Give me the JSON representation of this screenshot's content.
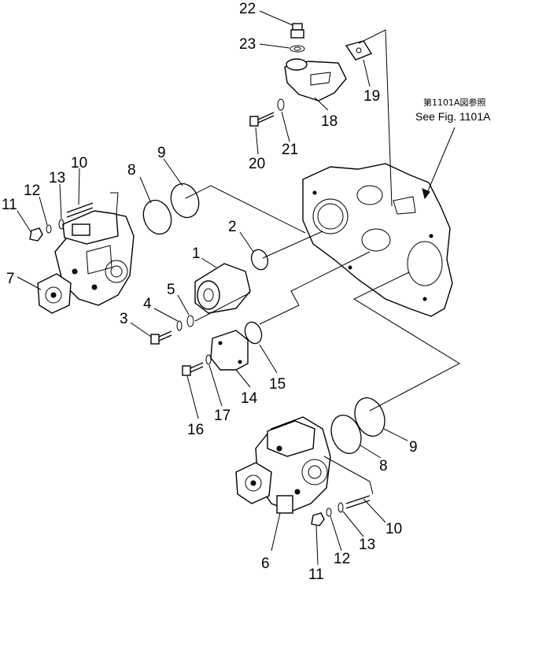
{
  "diagram": {
    "reference": {
      "japanese": "第1101A図参照",
      "english": "See Fig. 1101A"
    },
    "labels": [
      {
        "id": "22",
        "text": "22"
      },
      {
        "id": "23",
        "text": "23"
      },
      {
        "id": "19",
        "text": "19"
      },
      {
        "id": "18",
        "text": "18"
      },
      {
        "id": "20",
        "text": "20"
      },
      {
        "id": "21",
        "text": "21"
      },
      {
        "id": "9a",
        "text": "9"
      },
      {
        "id": "8a",
        "text": "8"
      },
      {
        "id": "10a",
        "text": "10"
      },
      {
        "id": "13a",
        "text": "13"
      },
      {
        "id": "12a",
        "text": "12"
      },
      {
        "id": "11a",
        "text": "11"
      },
      {
        "id": "7",
        "text": "7"
      },
      {
        "id": "2",
        "text": "2"
      },
      {
        "id": "1",
        "text": "1"
      },
      {
        "id": "5",
        "text": "5"
      },
      {
        "id": "4",
        "text": "4"
      },
      {
        "id": "3",
        "text": "3"
      },
      {
        "id": "15",
        "text": "15"
      },
      {
        "id": "14",
        "text": "14"
      },
      {
        "id": "17",
        "text": "17"
      },
      {
        "id": "16",
        "text": "16"
      },
      {
        "id": "9b",
        "text": "9"
      },
      {
        "id": "8b",
        "text": "8"
      },
      {
        "id": "10b",
        "text": "10"
      },
      {
        "id": "13b",
        "text": "13"
      },
      {
        "id": "12b",
        "text": "12"
      },
      {
        "id": "11b",
        "text": "11"
      },
      {
        "id": "6",
        "text": "6"
      }
    ]
  }
}
